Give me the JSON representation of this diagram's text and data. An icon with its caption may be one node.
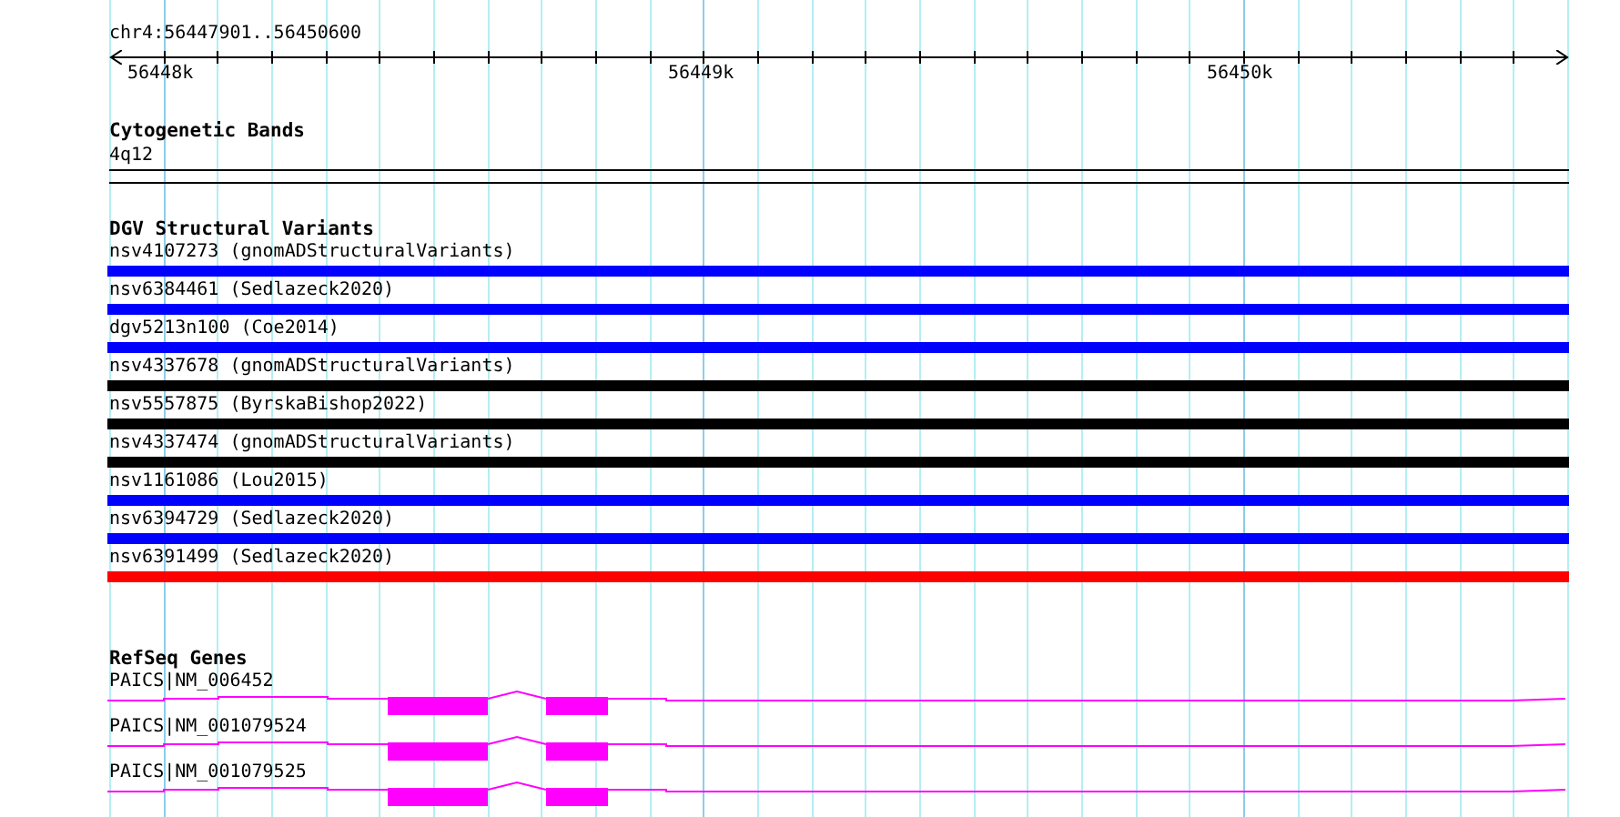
{
  "diagram": {
    "title": "chr4:56447901..56450600",
    "labels": [
      "56448k",
      "56449k",
      "56450k",
      "Cytogenetic Bands",
      "4q12",
      "DGV Structural Variants",
      "nsv4107273 (gnomADStructuralVariants)",
      "nsv6384461 (Sedlazeck2020)",
      "dgv5213n100 (Coe2014)",
      "nsv4337678 (gnomADStructuralVariants)",
      "nsv5557875 (ByrskaBishop2022)",
      "nsv4337474 (gnomADStructuralVariants)",
      "nsv1161086 (Lou2015)",
      "nsv6394729 (Sedlazeck2020)",
      "nsv6391499 (Sedlazeck2020)",
      "RefSeq Genes",
      "PAICS|NM_006452",
      "PAICS|NM_001079524",
      "PAICS|NM_001079525"
    ]
  }
}
